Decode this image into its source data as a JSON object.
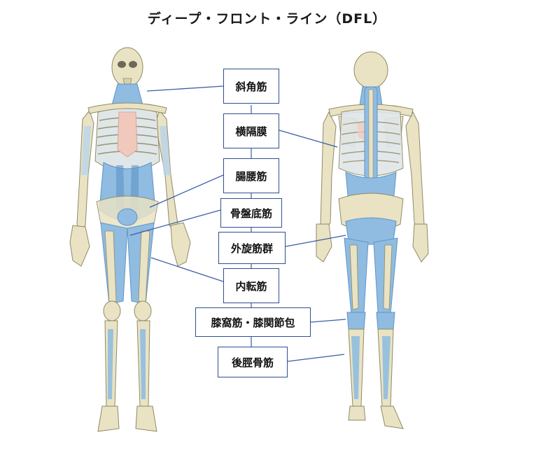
{
  "title": "ディープ・フロント・ライン（DFL）",
  "labels": [
    "斜角筋",
    "横隔膜",
    "腸腰筋",
    "骨盤底筋",
    "外旋筋群",
    "内転筋",
    "膝窩筋・膝関節包",
    "後脛骨筋"
  ],
  "colors": {
    "box_border": "#2f4f8f",
    "leader_line": "#3a5fa8",
    "bone": "#e9e3c4",
    "bone_outline": "#8f8a66",
    "muscle": "#8fbce0",
    "muscle_dark": "#5f95c8",
    "heart": "#f1c9bc"
  }
}
